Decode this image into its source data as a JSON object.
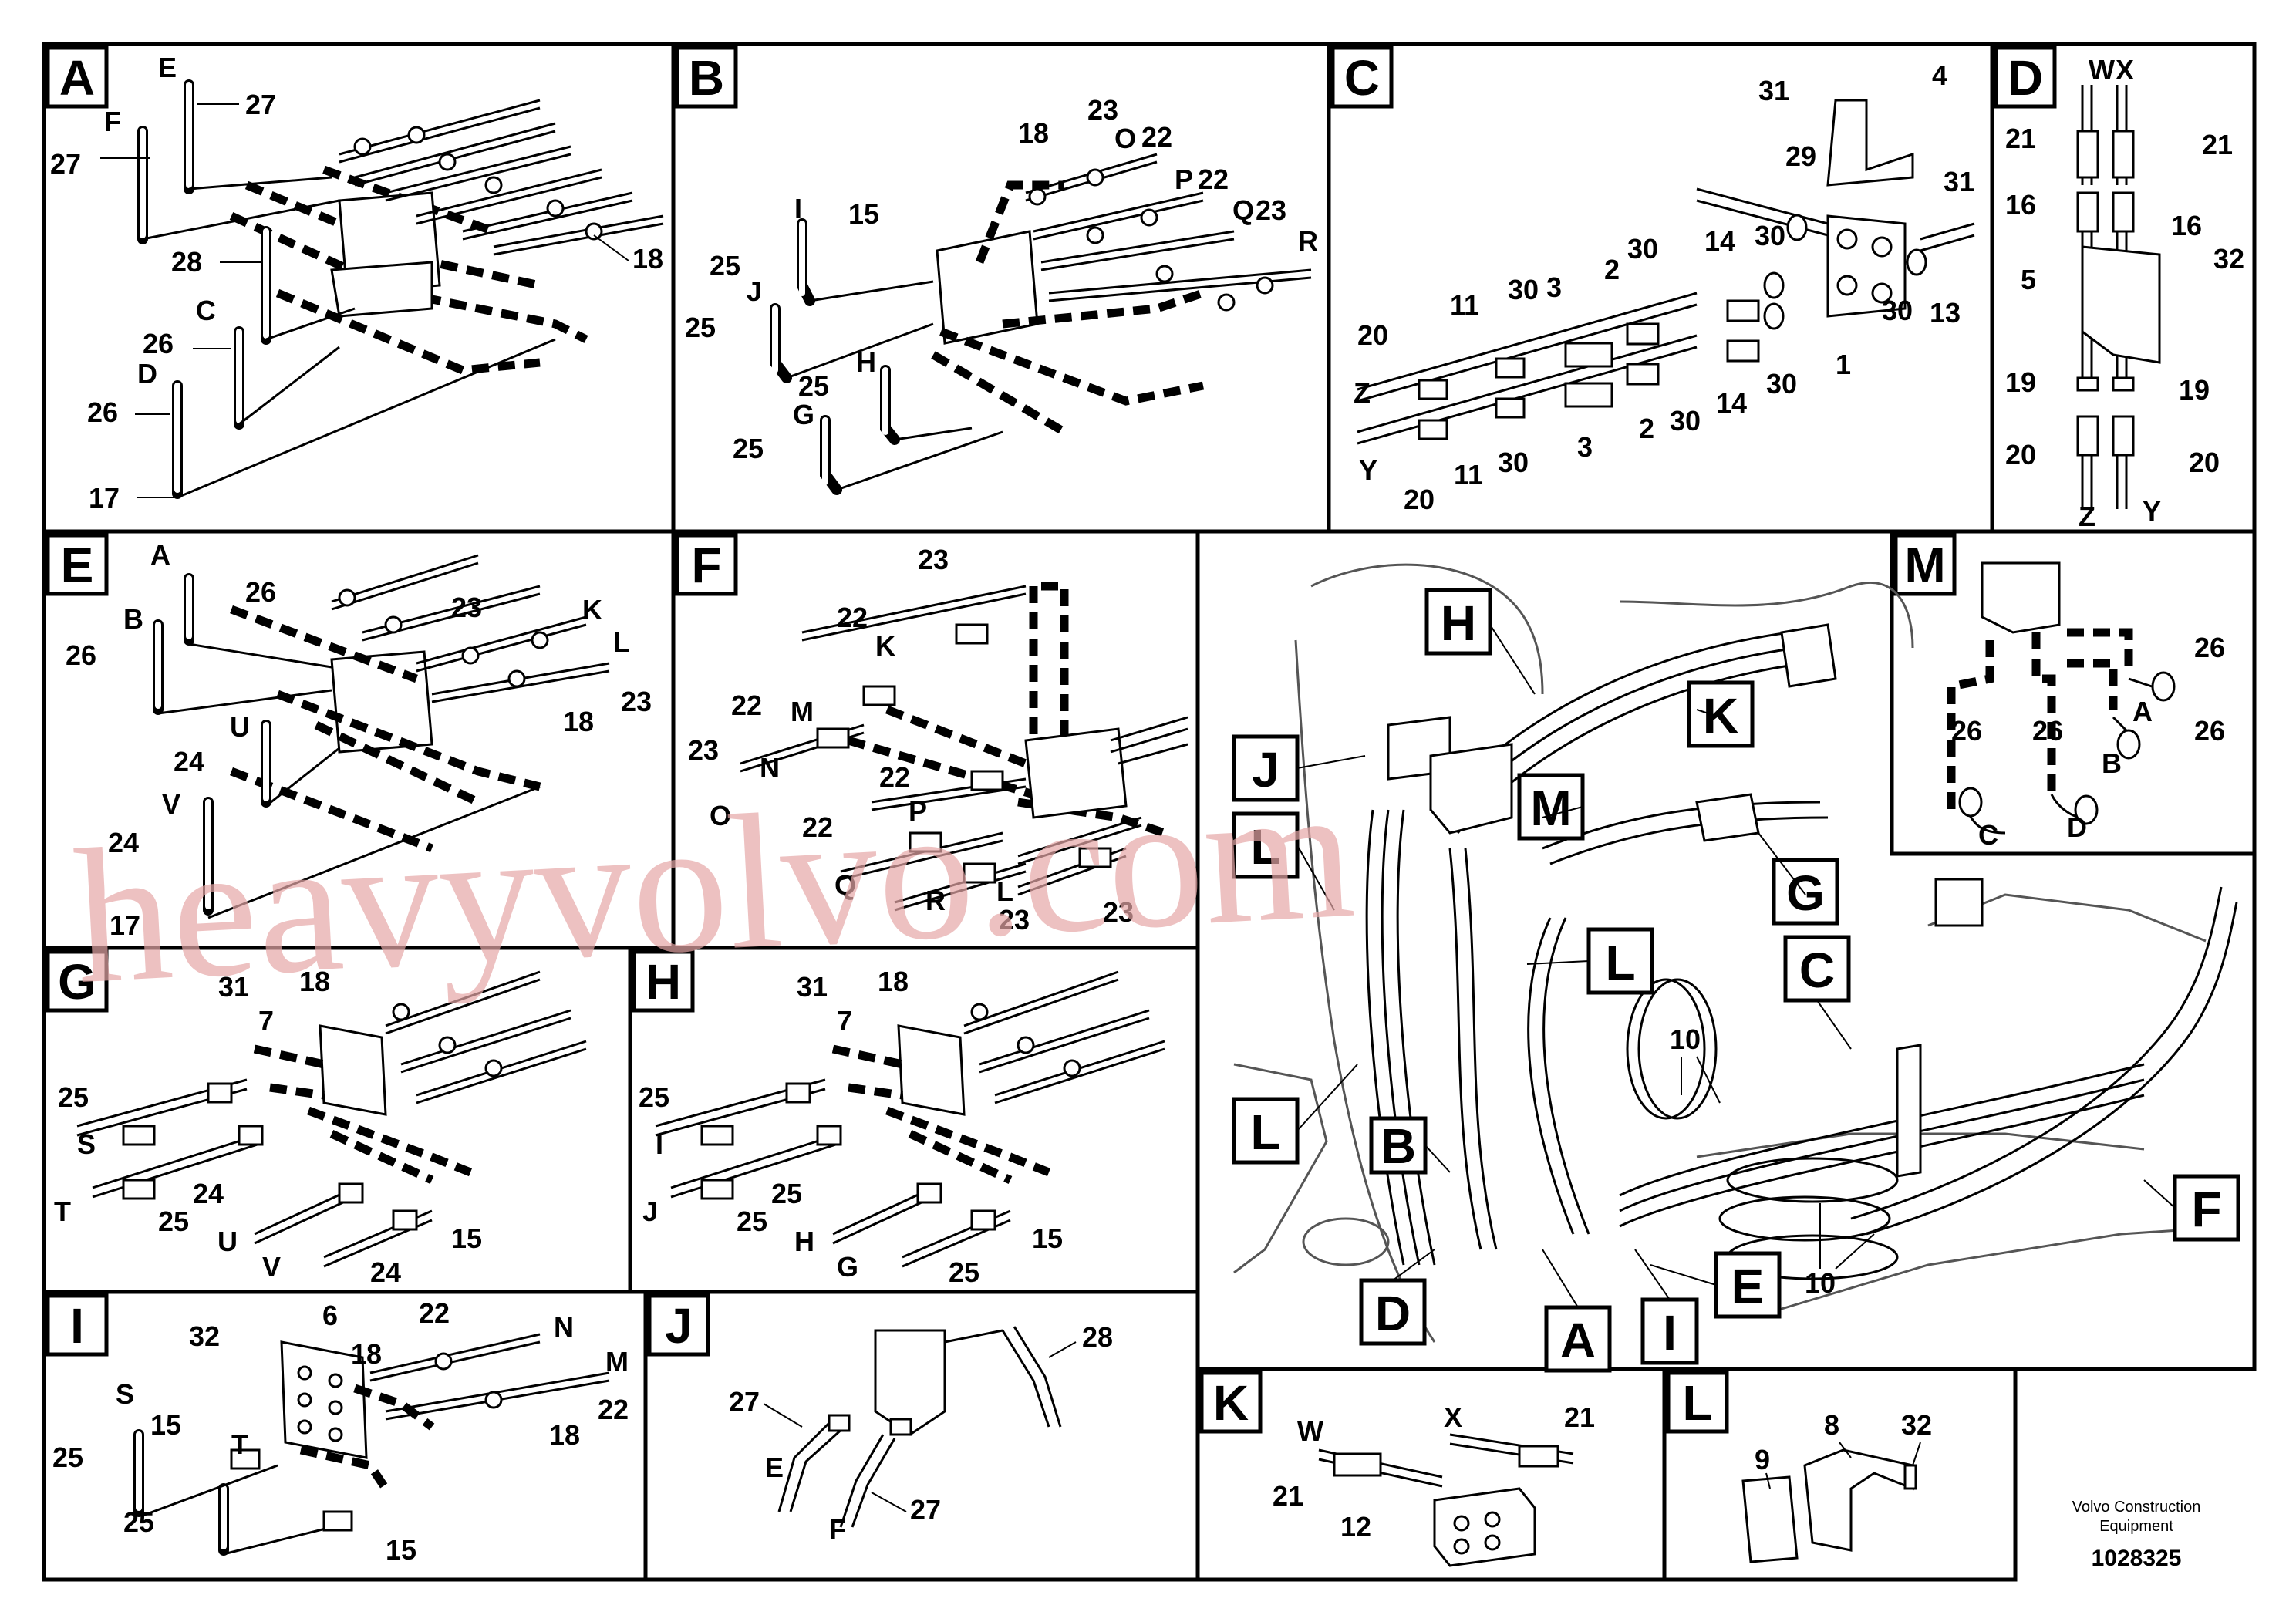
{
  "panels": {
    "A": {
      "label": "A",
      "callouts": [
        "E",
        "27",
        "F",
        "27",
        "28",
        "C",
        "26",
        "D",
        "26",
        "17",
        "18"
      ]
    },
    "B": {
      "label": "B",
      "callouts": [
        "23",
        "O",
        "22",
        "18",
        "P",
        "22",
        "15",
        "Q",
        "23",
        "I",
        "R",
        "25",
        "J",
        "25",
        "H",
        "25",
        "G",
        "25"
      ]
    },
    "C": {
      "label": "C",
      "callouts": [
        "31",
        "4",
        "29",
        "31",
        "30",
        "14",
        "30",
        "2",
        "30",
        "13",
        "11",
        "30",
        "3",
        "20",
        "Z",
        "11",
        "30",
        "3",
        "2",
        "30",
        "14",
        "30",
        "1",
        "Y",
        "20"
      ]
    },
    "D": {
      "label": "D",
      "callouts": [
        "W",
        "X",
        "21",
        "21",
        "16",
        "16",
        "32",
        "5",
        "19",
        "19",
        "20",
        "20",
        "Z",
        "Y"
      ]
    },
    "E": {
      "label": "E",
      "callouts": [
        "A",
        "26",
        "B",
        "23",
        "K",
        "26",
        "L",
        "23",
        "18",
        "U",
        "24",
        "V",
        "24",
        "17"
      ]
    },
    "F": {
      "label": "F",
      "callouts": [
        "23",
        "22",
        "K",
        "22",
        "M",
        "23",
        "N",
        "O",
        "22",
        "P",
        "22",
        "Q",
        "R",
        "L",
        "23",
        "23"
      ]
    },
    "G": {
      "label": "G",
      "callouts": [
        "31",
        "18",
        "7",
        "25",
        "S",
        "T",
        "25",
        "24",
        "U",
        "V",
        "24",
        "15"
      ]
    },
    "H": {
      "label": "H",
      "callouts": [
        "31",
        "18",
        "7",
        "25",
        "I",
        "J",
        "25",
        "25",
        "H",
        "G",
        "25",
        "15"
      ]
    },
    "I": {
      "label": "I",
      "callouts": [
        "32",
        "6",
        "22",
        "18",
        "N",
        "M",
        "22",
        "S",
        "15",
        "25",
        "T",
        "18",
        "25",
        "15"
      ]
    },
    "J": {
      "label": "J",
      "callouts": [
        "28",
        "27",
        "E",
        "F",
        "27"
      ]
    },
    "K": {
      "label": "K",
      "callouts": [
        "W",
        "X",
        "21",
        "21",
        "12"
      ]
    },
    "L": {
      "label": "L",
      "callouts": [
        "8",
        "32",
        "9"
      ]
    },
    "M": {
      "label": "M",
      "callouts": [
        "26",
        "26",
        "26",
        "A",
        "26",
        "B",
        "C",
        "D"
      ]
    },
    "overview": {
      "callouts": [
        "H",
        "K",
        "J",
        "M",
        "L",
        "G",
        "L",
        "C",
        "10",
        "L",
        "B",
        "F",
        "D",
        "A",
        "I",
        "E",
        "10"
      ]
    }
  },
  "footer": {
    "company_line1": "Volvo Construction",
    "company_line2": "Equipment",
    "drawing_number": "1028325"
  },
  "watermark": "heavyvolvo.com"
}
